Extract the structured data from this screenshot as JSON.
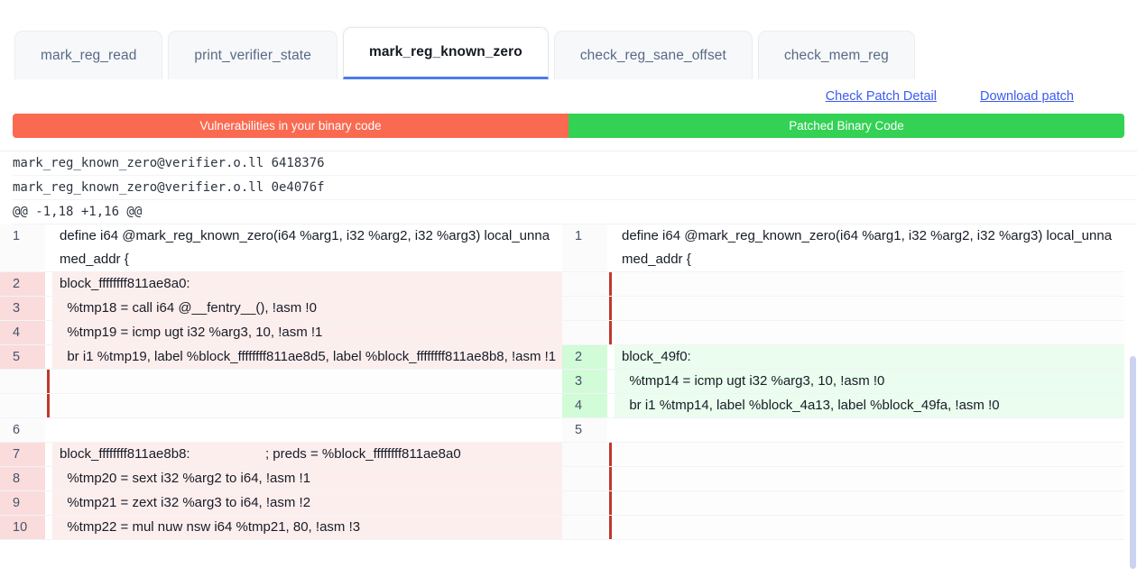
{
  "tabs": [
    {
      "label": "mark_reg_read",
      "active": false
    },
    {
      "label": "print_verifier_state",
      "active": false
    },
    {
      "label": "mark_reg_known_zero",
      "active": true
    },
    {
      "label": "check_reg_sane_offset",
      "active": false
    },
    {
      "label": "check_mem_reg",
      "active": false
    }
  ],
  "actions": {
    "check_patch_detail": "Check Patch Detail",
    "download_patch": "Download patch"
  },
  "banner": {
    "left_label": "Vulnerabilities in your binary code",
    "right_label": "Patched Binary Code",
    "left_color": "#fa6a50",
    "right_color": "#33d154"
  },
  "diff_meta": [
    "mark_reg_known_zero@verifier.o.ll 6418376",
    "mark_reg_known_zero@verifier.o.ll 0e4076f",
    "@@ -1,18 +1,16 @@"
  ],
  "rows": [
    {
      "left": {
        "num": "1",
        "text": "define i64 @mark_reg_known_zero(i64 %arg1, i32 %arg2, i32 %arg3) local_unnamed_addr {",
        "type": "ctx",
        "marker": ""
      },
      "right": {
        "num": "1",
        "text": "define i64 @mark_reg_known_zero(i64 %arg1, i32 %arg2, i32 %arg3) local_unnamed_addr {",
        "type": "ctx",
        "marker": ""
      }
    },
    {
      "left": {
        "num": "2",
        "text": "block_ffffffff811ae8a0:",
        "type": "del",
        "marker": ""
      },
      "right": {
        "num": "",
        "text": "",
        "type": "blank",
        "marker": "del"
      }
    },
    {
      "left": {
        "num": "3",
        "text": "  %tmp18 = call i64 @__fentry__(), !asm !0",
        "type": "del",
        "marker": ""
      },
      "right": {
        "num": "",
        "text": "",
        "type": "blank",
        "marker": "del"
      }
    },
    {
      "left": {
        "num": "4",
        "text": "  %tmp19 = icmp ugt i32 %arg3, 10, !asm !1",
        "type": "del",
        "marker": ""
      },
      "right": {
        "num": "",
        "text": "",
        "type": "blank",
        "marker": "del"
      }
    },
    {
      "left": {
        "num": "5",
        "text": "  br i1 %tmp19, label %block_ffffffff811ae8d5, label %block_ffffffff811ae8b8, !asm !1",
        "type": "del",
        "marker": ""
      },
      "right": {
        "num": "2",
        "text": "block_49f0:",
        "type": "add",
        "marker": ""
      }
    },
    {
      "left": {
        "num": "",
        "text": "",
        "type": "blank",
        "marker": "del"
      },
      "right": {
        "num": "3",
        "text": "  %tmp14 = icmp ugt i32 %arg3, 10, !asm !0",
        "type": "add",
        "marker": ""
      }
    },
    {
      "left": {
        "num": "",
        "text": "",
        "type": "blank",
        "marker": "del"
      },
      "right": {
        "num": "4",
        "text": "  br i1 %tmp14, label %block_4a13, label %block_49fa, !asm !0",
        "type": "add",
        "marker": ""
      }
    },
    {
      "left": {
        "num": "6",
        "text": "",
        "type": "ctx",
        "marker": ""
      },
      "right": {
        "num": "5",
        "text": "",
        "type": "ctx",
        "marker": ""
      }
    },
    {
      "left": {
        "num": "7",
        "text": "block_ffffffff811ae8b8:                    ; preds = %block_ffffffff811ae8a0",
        "type": "del",
        "marker": ""
      },
      "right": {
        "num": "",
        "text": "",
        "type": "blank",
        "marker": "del"
      }
    },
    {
      "left": {
        "num": "8",
        "text": "  %tmp20 = sext i32 %arg2 to i64, !asm !1",
        "type": "del",
        "marker": ""
      },
      "right": {
        "num": "",
        "text": "",
        "type": "blank",
        "marker": "del"
      }
    },
    {
      "left": {
        "num": "9",
        "text": "  %tmp21 = zext i32 %arg3 to i64, !asm !2",
        "type": "del",
        "marker": ""
      },
      "right": {
        "num": "",
        "text": "",
        "type": "blank",
        "marker": "del"
      }
    },
    {
      "left": {
        "num": "10",
        "text": "  %tmp22 = mul nuw nsw i64 %tmp21, 80, !asm !3",
        "type": "del",
        "marker": ""
      },
      "right": {
        "num": "",
        "text": "",
        "type": "blank",
        "marker": "del"
      }
    }
  ],
  "scrollbar": {
    "thumb_top_pct": 48,
    "thumb_height_pct": 50,
    "color": "#ccd3f0"
  }
}
